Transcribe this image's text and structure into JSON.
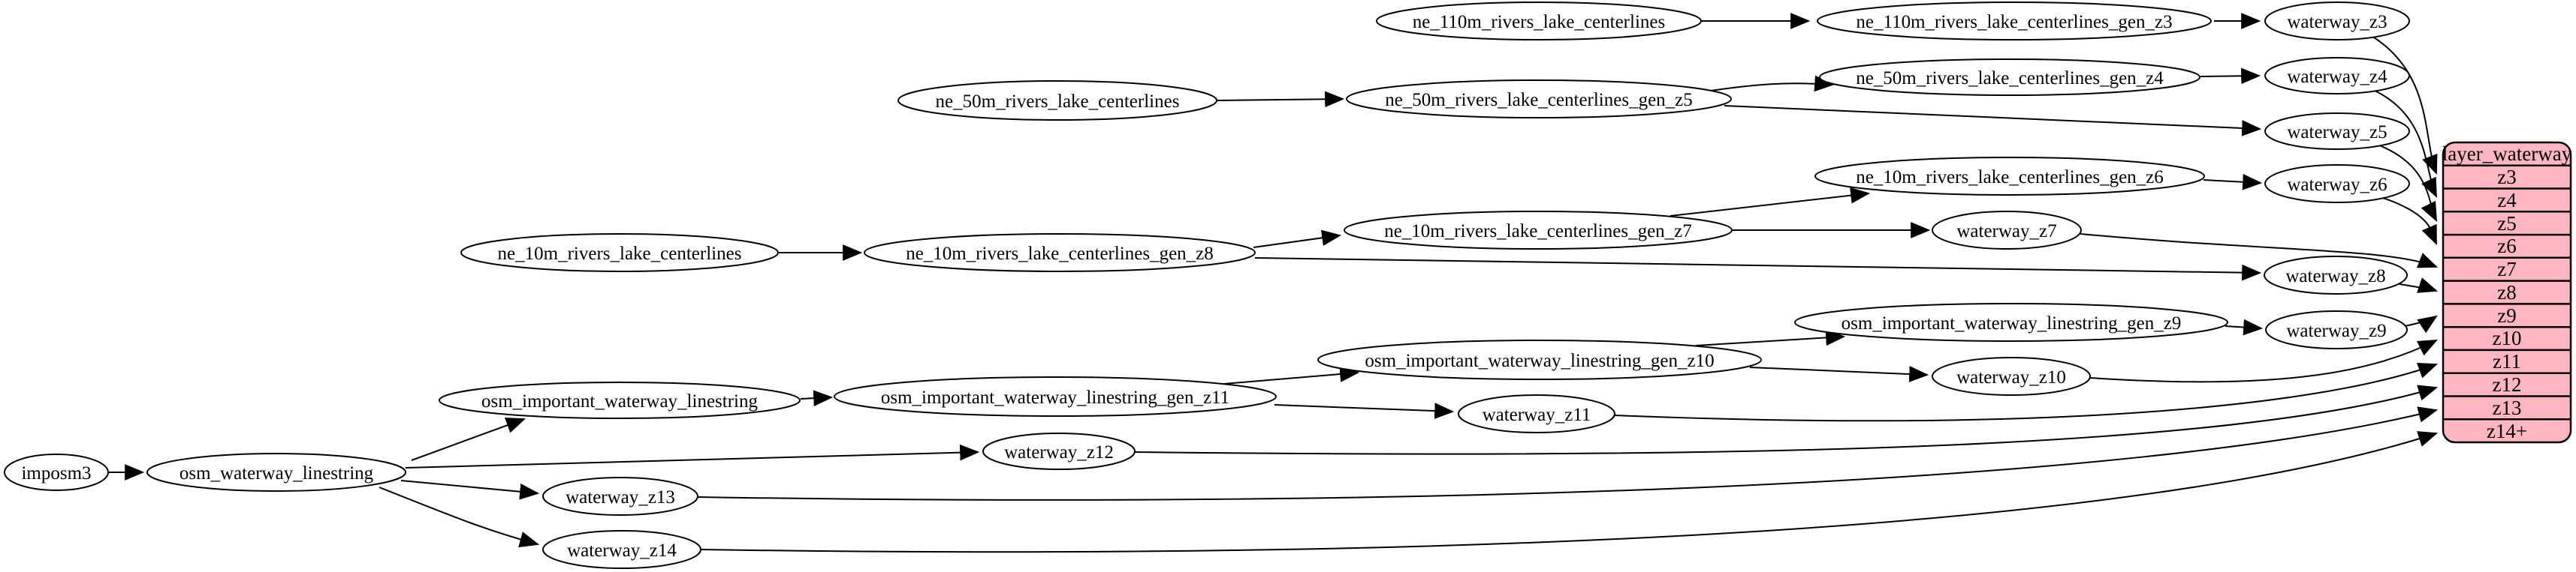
{
  "diagram": {
    "kind": "etl-dependency-graph",
    "colors": {
      "background": "#ffffff",
      "node_fill": "#ffffff",
      "stroke": "#000000",
      "table_fill": "#ffb6c1"
    },
    "nodes": [
      {
        "id": "imposm3",
        "label": "imposm3"
      },
      {
        "id": "osm_waterway_linestring",
        "label": "osm_waterway_linestring"
      },
      {
        "id": "ne_110m_rivers_lake_centerlines",
        "label": "ne_110m_rivers_lake_centerlines"
      },
      {
        "id": "ne_110m_rivers_lake_centerlines_gen_z3",
        "label": "ne_110m_rivers_lake_centerlines_gen_z3"
      },
      {
        "id": "waterway_z3",
        "label": "waterway_z3"
      },
      {
        "id": "ne_50m_rivers_lake_centerlines",
        "label": "ne_50m_rivers_lake_centerlines"
      },
      {
        "id": "ne_50m_rivers_lake_centerlines_gen_z5",
        "label": "ne_50m_rivers_lake_centerlines_gen_z5"
      },
      {
        "id": "ne_50m_rivers_lake_centerlines_gen_z4",
        "label": "ne_50m_rivers_lake_centerlines_gen_z4"
      },
      {
        "id": "waterway_z4",
        "label": "waterway_z4"
      },
      {
        "id": "waterway_z5",
        "label": "waterway_z5"
      },
      {
        "id": "ne_10m_rivers_lake_centerlines",
        "label": "ne_10m_rivers_lake_centerlines"
      },
      {
        "id": "ne_10m_rivers_lake_centerlines_gen_z8",
        "label": "ne_10m_rivers_lake_centerlines_gen_z8"
      },
      {
        "id": "ne_10m_rivers_lake_centerlines_gen_z7",
        "label": "ne_10m_rivers_lake_centerlines_gen_z7"
      },
      {
        "id": "ne_10m_rivers_lake_centerlines_gen_z6",
        "label": "ne_10m_rivers_lake_centerlines_gen_z6"
      },
      {
        "id": "waterway_z6",
        "label": "waterway_z6"
      },
      {
        "id": "waterway_z7",
        "label": "waterway_z7"
      },
      {
        "id": "waterway_z8",
        "label": "waterway_z8"
      },
      {
        "id": "osm_important_waterway_linestring",
        "label": "osm_important_waterway_linestring"
      },
      {
        "id": "osm_important_waterway_linestring_gen_z11",
        "label": "osm_important_waterway_linestring_gen_z11"
      },
      {
        "id": "osm_important_waterway_linestring_gen_z10",
        "label": "osm_important_waterway_linestring_gen_z10"
      },
      {
        "id": "osm_important_waterway_linestring_gen_z9",
        "label": "osm_important_waterway_linestring_gen_z9"
      },
      {
        "id": "waterway_z9",
        "label": "waterway_z9"
      },
      {
        "id": "waterway_z10",
        "label": "waterway_z10"
      },
      {
        "id": "waterway_z11",
        "label": "waterway_z11"
      },
      {
        "id": "waterway_z12",
        "label": "waterway_z12"
      },
      {
        "id": "waterway_z13",
        "label": "waterway_z13"
      },
      {
        "id": "waterway_z14",
        "label": "waterway_z14"
      }
    ],
    "edges": [
      {
        "from": "imposm3",
        "to": "osm_waterway_linestring"
      },
      {
        "from": "osm_waterway_linestring",
        "to": "osm_important_waterway_linestring"
      },
      {
        "from": "osm_waterway_linestring",
        "to": "waterway_z12"
      },
      {
        "from": "osm_waterway_linestring",
        "to": "waterway_z13"
      },
      {
        "from": "osm_waterway_linestring",
        "to": "waterway_z14"
      },
      {
        "from": "ne_110m_rivers_lake_centerlines",
        "to": "ne_110m_rivers_lake_centerlines_gen_z3"
      },
      {
        "from": "ne_110m_rivers_lake_centerlines_gen_z3",
        "to": "waterway_z3"
      },
      {
        "from": "ne_50m_rivers_lake_centerlines",
        "to": "ne_50m_rivers_lake_centerlines_gen_z5"
      },
      {
        "from": "ne_50m_rivers_lake_centerlines_gen_z5",
        "to": "ne_50m_rivers_lake_centerlines_gen_z4"
      },
      {
        "from": "ne_50m_rivers_lake_centerlines_gen_z5",
        "to": "waterway_z5"
      },
      {
        "from": "ne_50m_rivers_lake_centerlines_gen_z4",
        "to": "waterway_z4"
      },
      {
        "from": "ne_10m_rivers_lake_centerlines",
        "to": "ne_10m_rivers_lake_centerlines_gen_z8"
      },
      {
        "from": "ne_10m_rivers_lake_centerlines_gen_z8",
        "to": "ne_10m_rivers_lake_centerlines_gen_z7"
      },
      {
        "from": "ne_10m_rivers_lake_centerlines_gen_z8",
        "to": "waterway_z8"
      },
      {
        "from": "ne_10m_rivers_lake_centerlines_gen_z7",
        "to": "ne_10m_rivers_lake_centerlines_gen_z6"
      },
      {
        "from": "ne_10m_rivers_lake_centerlines_gen_z7",
        "to": "waterway_z7"
      },
      {
        "from": "ne_10m_rivers_lake_centerlines_gen_z6",
        "to": "waterway_z6"
      },
      {
        "from": "osm_important_waterway_linestring",
        "to": "osm_important_waterway_linestring_gen_z11"
      },
      {
        "from": "osm_important_waterway_linestring_gen_z11",
        "to": "osm_important_waterway_linestring_gen_z10"
      },
      {
        "from": "osm_important_waterway_linestring_gen_z11",
        "to": "waterway_z11"
      },
      {
        "from": "osm_important_waterway_linestring_gen_z10",
        "to": "osm_important_waterway_linestring_gen_z9"
      },
      {
        "from": "osm_important_waterway_linestring_gen_z10",
        "to": "waterway_z10"
      },
      {
        "from": "osm_important_waterway_linestring_gen_z9",
        "to": "waterway_z9"
      },
      {
        "from": "waterway_z3",
        "to": "layer_waterway:z3"
      },
      {
        "from": "waterway_z4",
        "to": "layer_waterway:z4"
      },
      {
        "from": "waterway_z5",
        "to": "layer_waterway:z5"
      },
      {
        "from": "waterway_z6",
        "to": "layer_waterway:z6"
      },
      {
        "from": "waterway_z7",
        "to": "layer_waterway:z7"
      },
      {
        "from": "waterway_z8",
        "to": "layer_waterway:z8"
      },
      {
        "from": "waterway_z9",
        "to": "layer_waterway:z9"
      },
      {
        "from": "waterway_z10",
        "to": "layer_waterway:z10"
      },
      {
        "from": "waterway_z11",
        "to": "layer_waterway:z11"
      },
      {
        "from": "waterway_z12",
        "to": "layer_waterway:z12"
      },
      {
        "from": "waterway_z13",
        "to": "layer_waterway:z13"
      },
      {
        "from": "waterway_z14",
        "to": "layer_waterway:z14+"
      }
    ],
    "table": {
      "title": "layer_waterway",
      "rows": [
        "z3",
        "z4",
        "z5",
        "z6",
        "z7",
        "z8",
        "z9",
        "z10",
        "z11",
        "z12",
        "z13",
        "z14+"
      ]
    }
  }
}
